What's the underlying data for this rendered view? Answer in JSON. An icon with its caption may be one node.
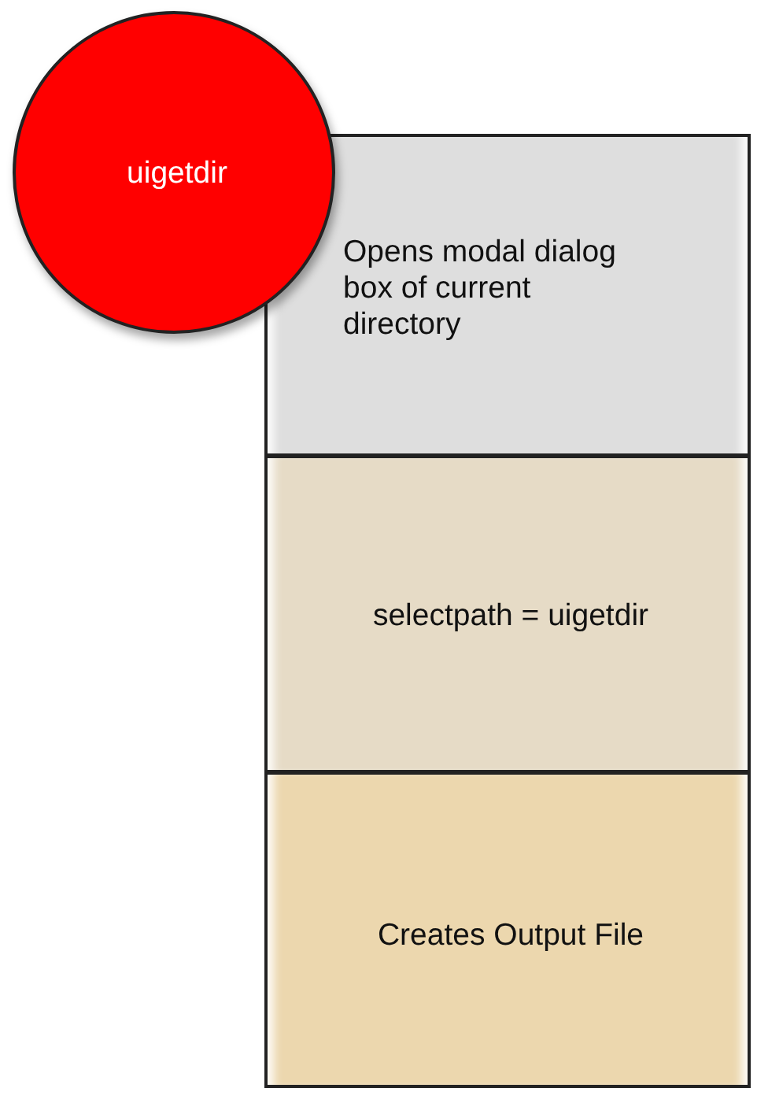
{
  "diagram": {
    "nodes": [
      {
        "text": [
          "uigetdir"
        ]
      },
      {
        "text": [
          "Opens modal dialog box of current directory"
        ]
      },
      {
        "text": [
          "selectpath = uigetdir"
        ]
      },
      {
        "text": [
          "Creates Output File"
        ]
      }
    ]
  }
}
